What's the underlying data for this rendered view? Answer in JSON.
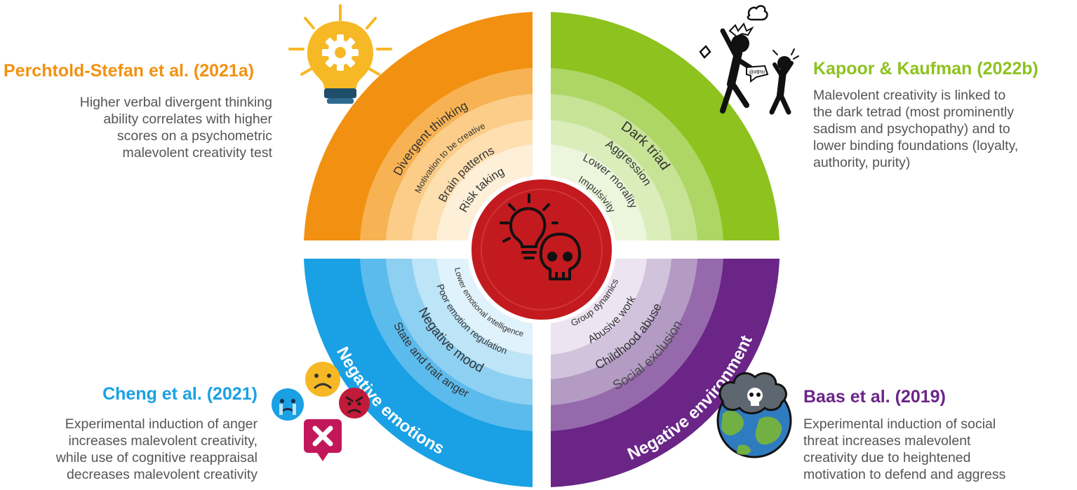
{
  "colors": {
    "creative": "#f29111",
    "personality": "#8dc21f",
    "emotions": "#1aa0e4",
    "environment": "#6a2587",
    "core": "#c21a1f",
    "body_text": "#555555"
  },
  "quadrants": {
    "creative": {
      "title": "Higher creative potential",
      "layers": [
        "Divergent thinking",
        "Motivation to be creative",
        "Brain patterns",
        "Risk taking"
      ],
      "citation": "Perchtold-Stefan et al. (2021a)",
      "finding": [
        "Higher verbal divergent thinking",
        "ability correlates with higher",
        "scores on a psychometric",
        "malevolent creativity test"
      ],
      "icon": "lightbulb-gear-icon"
    },
    "personality": {
      "title": "Antagonistic Personality",
      "layers": [
        "Dark triad",
        "Aggression",
        "Lower morality",
        "Impulsivity"
      ],
      "citation": "Kapoor & Kaufman (2022b)",
      "finding": [
        "Malevolent creativity is linked to",
        "the dark tetrad (most prominently",
        "sadism and psychopathy) and to",
        "lower binding foundations (loyalty,",
        "authority,  purity)"
      ],
      "icon": "angry-figures-icon",
      "icon_text": "@#$%!"
    },
    "emotions": {
      "title": "Negative emotions",
      "layers": [
        "State and trait anger",
        "Negative mood",
        "Poor emotion regulation",
        "Lower emotional intelligence"
      ],
      "citation": "Cheng et al. (2021)",
      "finding": [
        "Experimental induction of anger",
        "increases malevolent creativity,",
        "while use of cognitive reappraisal",
        "decreases malevolent creativity"
      ],
      "icon": "negative-emoji-icon"
    },
    "environment": {
      "title": "Negative environment",
      "layers": [
        "Social exclusion",
        "Childhood abuse",
        "Abusive work",
        "Group dynamics"
      ],
      "citation": "Baas et al. (2019)",
      "finding": [
        "Experimental induction of social",
        "threat increases malevolent",
        "creativity due to heightened",
        "motivation to defend and aggress"
      ],
      "icon": "polluted-earth-icon"
    }
  },
  "core": {
    "icons": [
      "lightbulb-icon",
      "skull-icon"
    ]
  }
}
